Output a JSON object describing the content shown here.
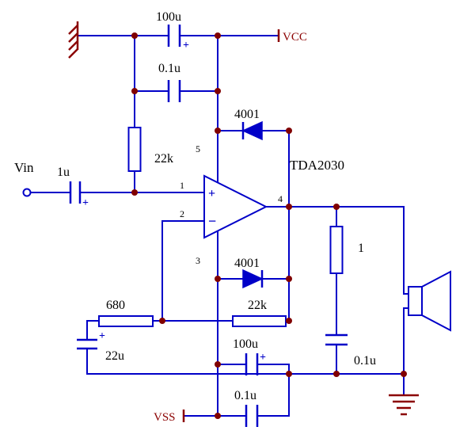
{
  "schematic": {
    "ic_label": "TDA2030",
    "input_label": "Vin",
    "power": {
      "vcc": "VCC",
      "vss": "VSS"
    },
    "components": {
      "c_bulk_top": "100u",
      "c_bypass_top": "0.1u",
      "r_input_bias": "22k",
      "c_input": "1u",
      "d_top": "4001",
      "d_bottom": "4001",
      "r_feedback": "22k",
      "r_gain": "680",
      "c_gain": "22u",
      "r_zobel": "1",
      "c_zobel": "0.1u",
      "c_bulk_bottom": "100u",
      "c_bypass_bottom": "0.1u"
    },
    "opamp": {
      "plus": "+",
      "minus": "−",
      "pin1": "1",
      "pin2": "2",
      "pin3": "3",
      "pin4": "4",
      "pin5": "5"
    },
    "polarity": "+",
    "colors": {
      "wire": "#0000C8",
      "junction_dot": "#800000",
      "power": "#8B0000",
      "label_text": "#000000",
      "background": "#FFFFFF"
    }
  }
}
